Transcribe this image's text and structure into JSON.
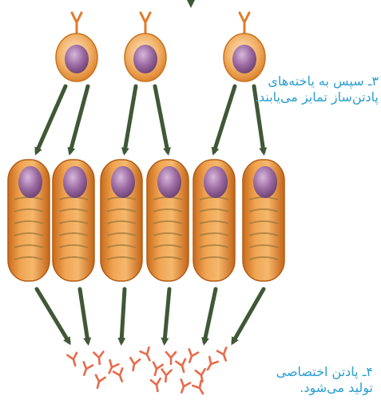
{
  "captions": {
    "step3": {
      "line1": "۳ـ سپس به یاخته‌های",
      "line2": "پادتن‌ساز تمایز می‌یابند."
    },
    "step4": {
      "line1": "۴ـ پادتن اختصاصی",
      "line2": "تولید می‌شود."
    }
  },
  "colors": {
    "caption": "#2a9fd0",
    "arrow": "#3f5836",
    "cell_body": "#e58f35",
    "nucleus": "#8a5a8c",
    "antibody": "#e86a4a"
  },
  "diagram": {
    "b_cells": 3,
    "plasma_cells": 6,
    "antibodies": 19
  }
}
